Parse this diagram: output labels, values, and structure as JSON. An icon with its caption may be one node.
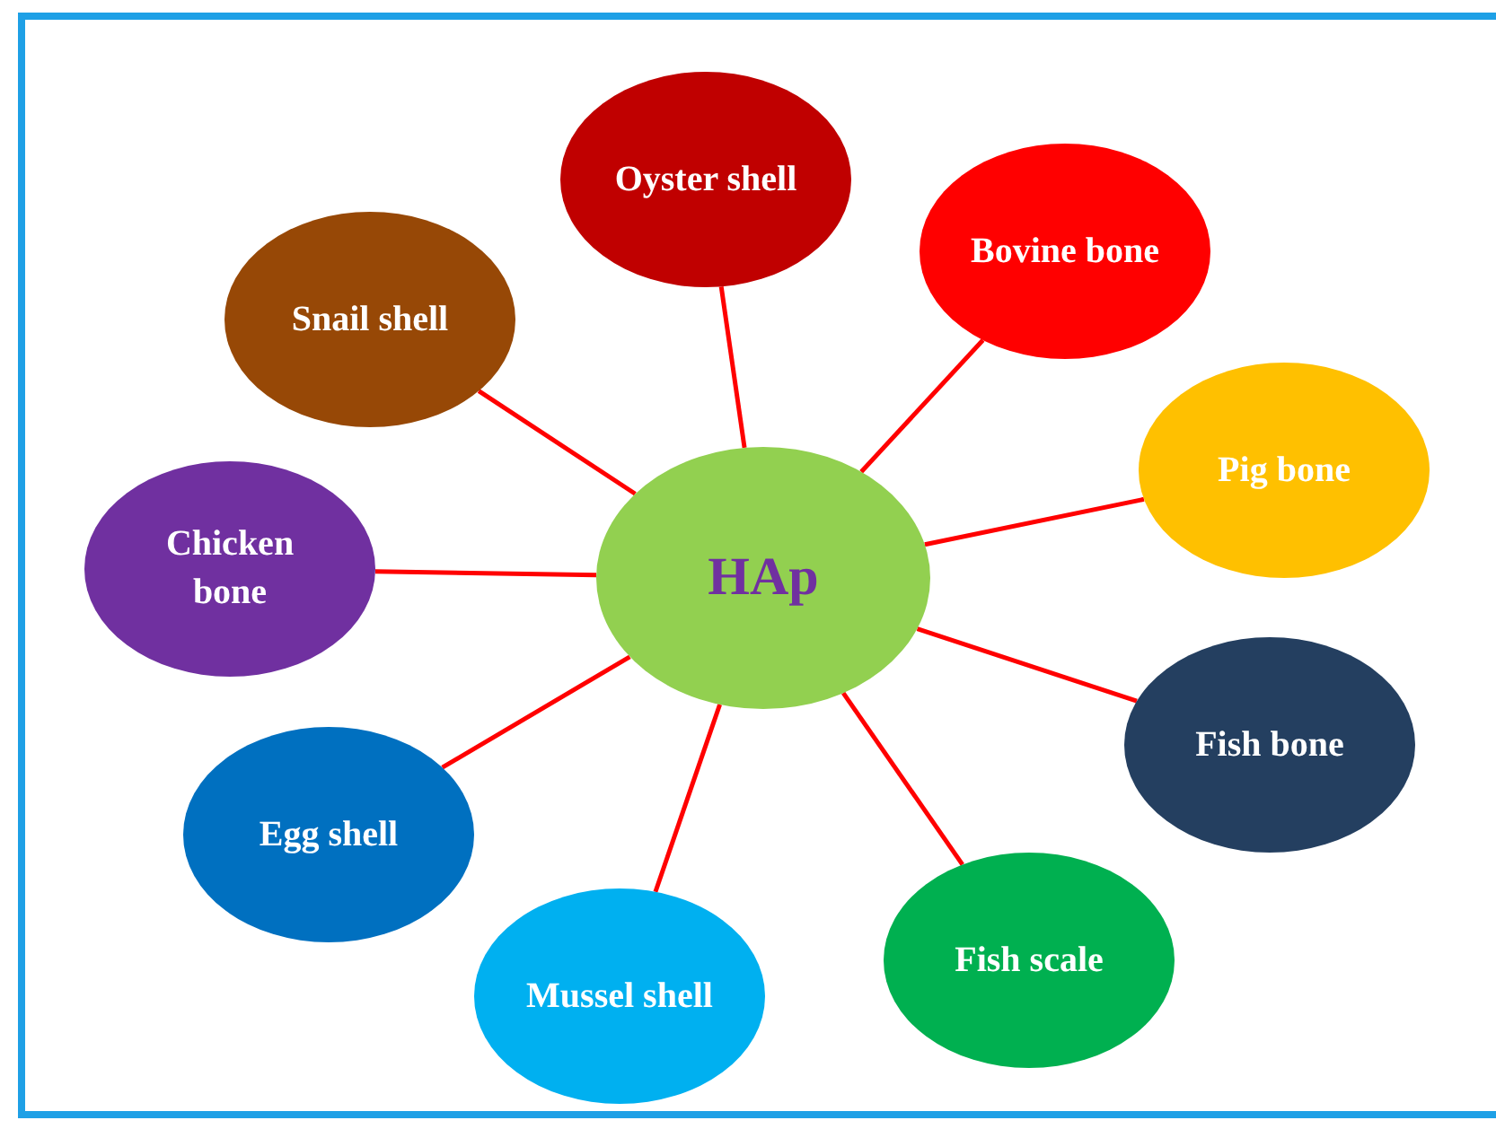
{
  "diagram": {
    "nodes": [
      {
        "text": [
          "HAp"
        ]
      },
      {
        "text": [
          "Oyster shell"
        ]
      },
      {
        "text": [
          "Bovine bone"
        ]
      },
      {
        "text": [
          "Pig bone"
        ]
      },
      {
        "text": [
          "Fish bone"
        ]
      },
      {
        "text": [
          "Fish scale"
        ]
      },
      {
        "text": [
          "Mussel shell"
        ]
      },
      {
        "text": [
          "Egg shell"
        ]
      },
      {
        "text": [
          "Chicken bone"
        ]
      },
      {
        "text": [
          "Snail shell"
        ]
      }
    ],
    "edges": [
      {
        "from": 0,
        "to": 1,
        "arrow": "none"
      },
      {
        "from": 0,
        "to": 2,
        "arrow": "none"
      },
      {
        "from": 0,
        "to": 3,
        "arrow": "none"
      },
      {
        "from": 0,
        "to": 4,
        "arrow": "none"
      },
      {
        "from": 0,
        "to": 5,
        "arrow": "none"
      },
      {
        "from": 0,
        "to": 6,
        "arrow": "none"
      },
      {
        "from": 0,
        "to": 7,
        "arrow": "none"
      },
      {
        "from": 0,
        "to": 8,
        "arrow": "none"
      },
      {
        "from": 0,
        "to": 9,
        "arrow": "none"
      }
    ]
  }
}
